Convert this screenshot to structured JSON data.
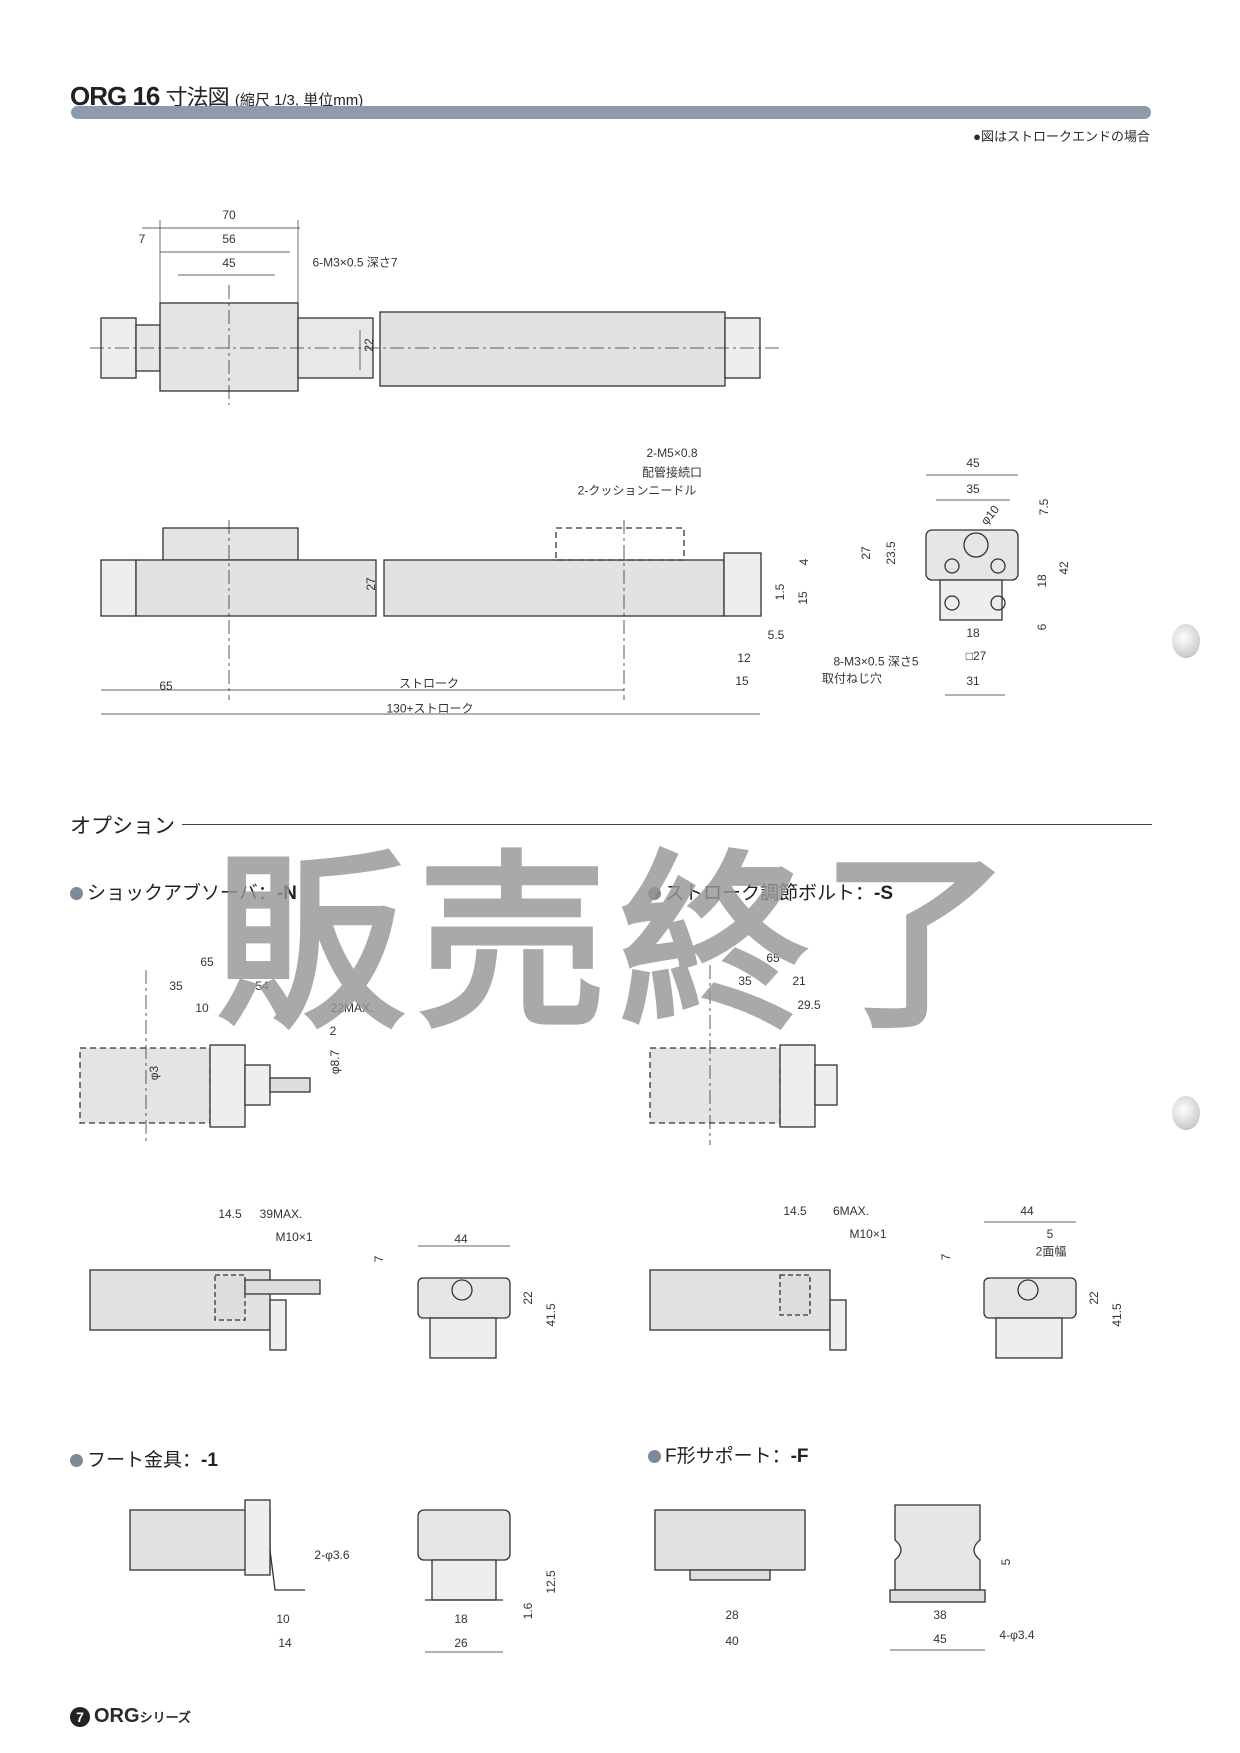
{
  "header": {
    "model": "ORG 16",
    "title": "寸法図",
    "subtitle": "(縮尺 1/3, 単位mm)",
    "note": "●図はストロークエンドの場合"
  },
  "top_view": {
    "dims": [
      "70",
      "56",
      "45",
      "7",
      "22"
    ],
    "callout": "6-M3×0.5 深さ7"
  },
  "side_view": {
    "callouts": [
      "2-M5×0.8",
      "配管接続口",
      "2-クッションニードル"
    ],
    "dims": [
      "27",
      "4",
      "1.5",
      "15",
      "5.5",
      "12",
      "15",
      "65",
      "ストローク",
      "130+ストローク"
    ]
  },
  "end_view": {
    "dims": [
      "45",
      "35",
      "φ10",
      "7.5",
      "27",
      "23.5",
      "42",
      "18",
      "6",
      "18",
      "□27",
      "31"
    ],
    "callouts": [
      "8-M3×0.5 深さ5",
      "取付ねじ穴"
    ]
  },
  "options": {
    "heading": "オプション",
    "shock_absorber": {
      "label": "ショックアブソーバ：",
      "code": "-N",
      "dims_upper": [
        "65",
        "35",
        "54",
        "10",
        "22MAX.",
        "2",
        "φ3",
        "φ8.7"
      ],
      "dims_lower": [
        "14.5",
        "39MAX.",
        "M10×1",
        "44",
        "7",
        "22",
        "41.5"
      ]
    },
    "stroke_bolt": {
      "label": "ストローク調節ボルト：",
      "code": "-S",
      "dims_upper": [
        "65",
        "35",
        "21",
        "29.5"
      ],
      "dims_lower": [
        "14.5",
        "6MAX.",
        "M10×1",
        "44",
        "5",
        "2面幅",
        "7",
        "22",
        "41.5"
      ]
    },
    "foot": {
      "label": "フート金具：",
      "code": "-1",
      "dims": [
        "2-φ3.6",
        "10",
        "14",
        "12.5",
        "1.6",
        "18",
        "26"
      ]
    },
    "f_support": {
      "label": "F形サポート：",
      "code": "-F",
      "dims": [
        "5",
        "28",
        "40",
        "38",
        "45",
        "4-φ3.4"
      ]
    }
  },
  "watermark": "販売終了",
  "footer": {
    "page": "7",
    "brand": "ORG",
    "series": "シリーズ"
  },
  "colors": {
    "bar": "#8d9bab",
    "watermark": "#969696",
    "bullet": "#7d8a98"
  }
}
